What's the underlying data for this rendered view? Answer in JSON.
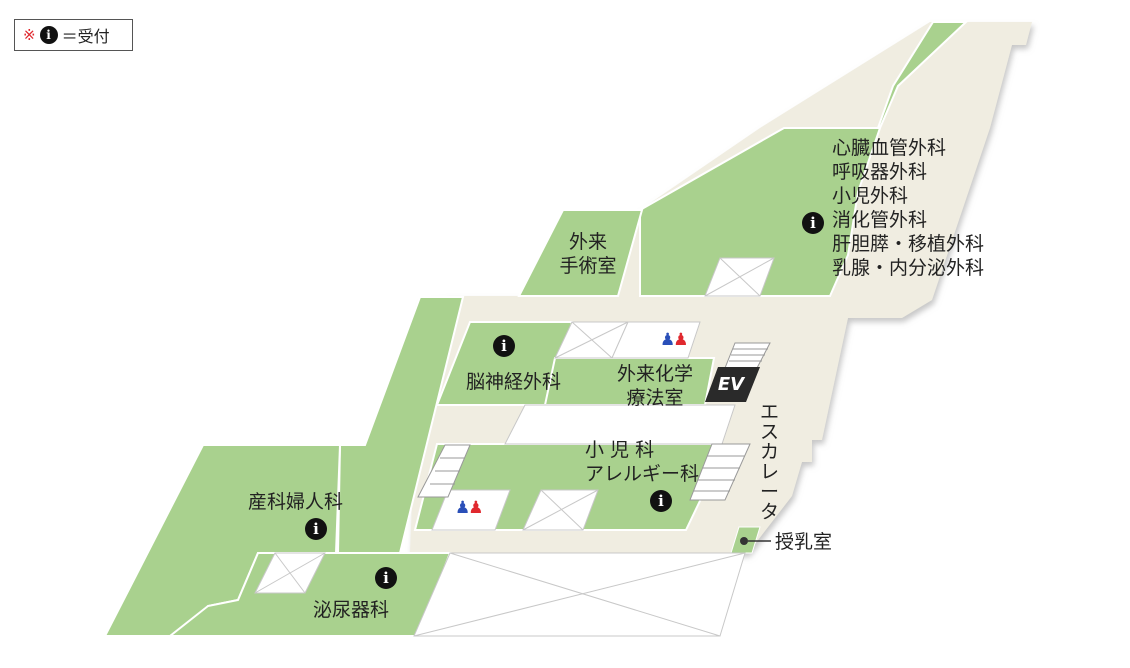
{
  "legend": {
    "mark": "※",
    "icon": "i",
    "text": "＝受付"
  },
  "rooms": {
    "outpatient_surgery": [
      "外来",
      "手術室"
    ],
    "cardio_block": [
      "心臓血管外科",
      "呼吸器外科",
      "小児外科",
      "消化管外科",
      "肝胆膵・移植外科",
      "乳腺・内分泌外科"
    ],
    "neurosurgery": "脳神経外科",
    "chemo": [
      "外来化学",
      "療法室"
    ],
    "ev": "EV",
    "pediatrics": [
      "小 児 科",
      "アレルギー科"
    ],
    "escalator": "エスカレータ",
    "nursing_room": "授乳室",
    "obgyn": "産科婦人科",
    "urology": "泌尿器科"
  },
  "icons": {
    "reception": "info-icon",
    "restroom": "restroom-icon"
  },
  "colors": {
    "room_green": "#a9d18e",
    "corridor": "#f0ede1",
    "void": "#ffffff",
    "ev_box": "#2a2a2a",
    "accent_red": "#e0282e",
    "accent_blue": "#2a4fb8"
  }
}
